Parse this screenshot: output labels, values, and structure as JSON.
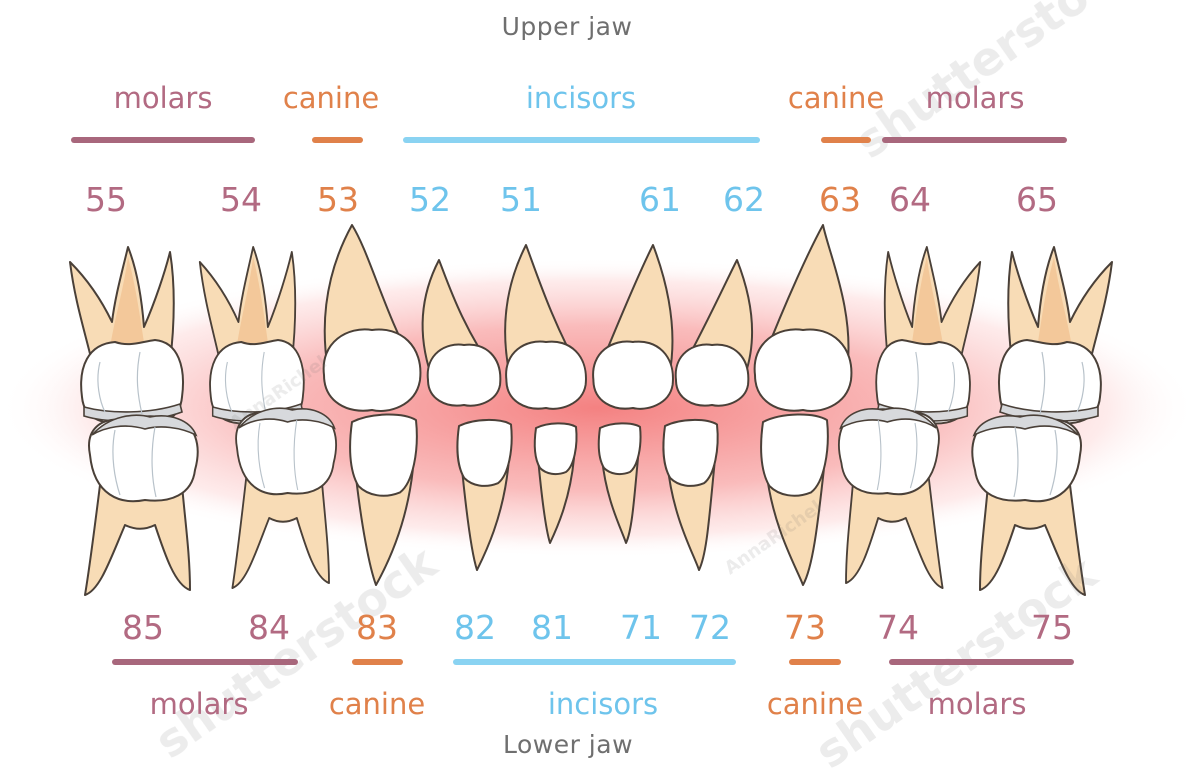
{
  "titles": {
    "upper": "Upper jaw",
    "lower": "Lower jaw"
  },
  "groups": {
    "upper": [
      "molars",
      "canine",
      "incisors",
      "canine",
      "molars"
    ],
    "lower": [
      "molars",
      "canine",
      "incisors",
      "canine",
      "molars"
    ]
  },
  "teeth": {
    "upper": [
      "55",
      "54",
      "53",
      "52",
      "51",
      "61",
      "62",
      "63",
      "64",
      "65"
    ],
    "lower": [
      "85",
      "84",
      "83",
      "82",
      "81",
      "71",
      "72",
      "73",
      "74",
      "75"
    ]
  },
  "colors": {
    "molars": "#b26a82",
    "canine": "#e0814a",
    "incisors": "#6ec4ec",
    "tooth_root": "#f8dcb6",
    "tooth_crown": "#ffffff",
    "tooth_outline": "#4a4038",
    "gum_glow": "#f26b6b"
  },
  "watermark": {
    "brand": "shutterstock",
    "author": "AnnaRichel"
  }
}
